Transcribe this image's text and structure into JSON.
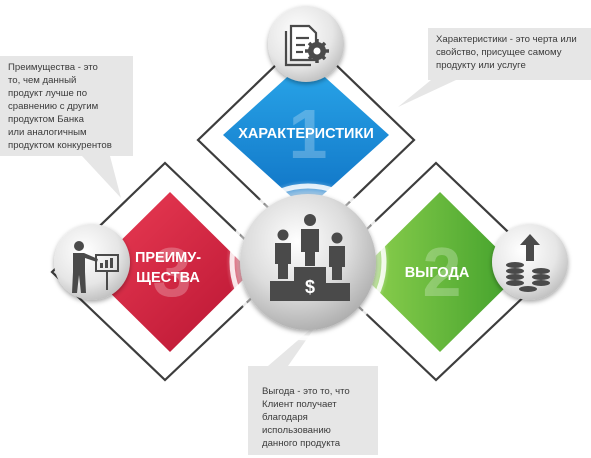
{
  "blocks": {
    "characteristics": {
      "number": "1",
      "title": "ХАРАКТЕРИСТИКИ",
      "color": "#1c8fd6",
      "icon": "document-gear-icon",
      "note": "Характеристики - это черта или\nсвойство, присущее самому\nпродукту или услуге"
    },
    "benefit": {
      "number": "2",
      "title": "ВЫГОДА",
      "color": "#5bb531",
      "icon": "coins-arrow-up-icon",
      "note": "Выгода - это то, что\nКлиент получает\nблагодаря\nиспользованию\nданного продукта"
    },
    "advantages": {
      "number": "3",
      "title_line1": "ПРЕИМУ-",
      "title_line2": "ЩЕСТВА",
      "color": "#d8243f",
      "icon": "presenter-board-icon",
      "note": "Преимущества - это\nто, чем данный\nпродукт лучше по\nсравнению с другим\nпродуктом Банка\nили аналогичным\nпродуктом конкурентов"
    }
  },
  "center": {
    "icon": "podium-dollar-icon",
    "symbol": "$"
  },
  "colors": {
    "note_bg": "#e6e6e6",
    "outline": "#3d3d3d",
    "sphere": "#cfcfcf"
  }
}
